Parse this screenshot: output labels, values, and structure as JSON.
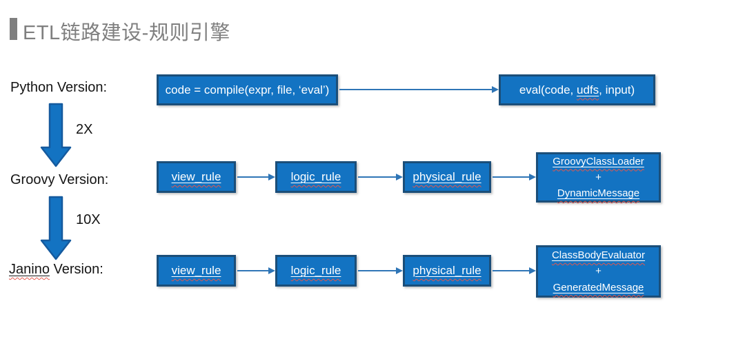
{
  "slide": {
    "title": "ETL链路建设-规则引擎"
  },
  "colors": {
    "title_gray": "#7f7f7f",
    "box_fill": "#1373c2",
    "box_border": "#1b4e79",
    "connector_blue": "#2e75b6",
    "spellcheck_red": "#e4574c"
  },
  "python_row": {
    "label": "Python Version:",
    "compile_box": "code = compile(expr, file, ‘eval’)",
    "eval_box": {
      "prefix": "eval(code, ",
      "udfs": "udfs",
      "suffix": ", input)"
    }
  },
  "speedups": {
    "groovy_vs_python": "2X",
    "janino_vs_groovy": "10X"
  },
  "groovy_row": {
    "label": "Groovy Version:",
    "boxes": [
      "view_rule",
      "logic_rule",
      "physical_rule"
    ],
    "result": {
      "line1": "GroovyClassLoader",
      "plus": "+",
      "line2": "DynamicMessage"
    }
  },
  "janino_row": {
    "label_word": "Janino",
    "label_rest": " Version:",
    "boxes": [
      "view_rule",
      "logic_rule",
      "physical_rule"
    ],
    "result": {
      "line1": "ClassBodyEvaluator",
      "plus": "+",
      "line2": "GeneratedMessage"
    }
  }
}
